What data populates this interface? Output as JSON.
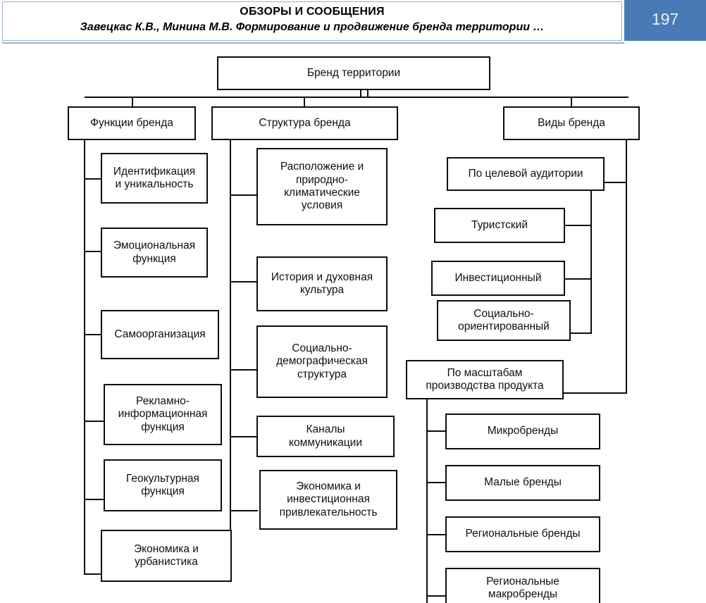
{
  "header": {
    "line1": "ОБЗОРЫ И СООБЩЕНИЯ",
    "line2": "Завецкас К.В., Минина М.В. Формирование и продвижение бренда территории …",
    "page_number": "197",
    "accent_color": "#4a7ab5",
    "border_color": "#9ab0cc"
  },
  "diagram": {
    "root": {
      "label": "Бренд территории"
    },
    "branches": [
      {
        "id": "functions",
        "label": "Функции бренда",
        "children": [
          {
            "label": "Идентификация\nи уникальность"
          },
          {
            "label": "Эмоциональная\nфункция"
          },
          {
            "label": "Самоорганизация"
          },
          {
            "label": "Рекламно-\nинформационная\nфункция"
          },
          {
            "label": "Геокультурная\nфункция"
          },
          {
            "label": "Экономика и\nурбанистика"
          }
        ]
      },
      {
        "id": "structure",
        "label": "Структура бренда",
        "children": [
          {
            "label": "Расположение и\nприродно-\nклиматические\nусловия"
          },
          {
            "label": "История и духовная\nкультура"
          },
          {
            "label": "Социально-\nдемографическая\nструктура"
          },
          {
            "label": "Каналы\nкоммуникации"
          },
          {
            "label": "Экономика и\nинвестиционная\nпривлекательность"
          }
        ]
      },
      {
        "id": "types",
        "label": "Виды бренда",
        "groups": [
          {
            "label": "По целевой аудитории",
            "children": [
              {
                "label": "Туристский"
              },
              {
                "label": "Инвестиционный"
              },
              {
                "label": "Социально-\nориентированный"
              }
            ]
          },
          {
            "label": "По масштабам\nпроизводства продукта",
            "children": [
              {
                "label": "Микробренды"
              },
              {
                "label": "Малые бренды"
              },
              {
                "label": "Региональные бренды"
              },
              {
                "label": "Региональные\nмакробренды"
              }
            ]
          }
        ]
      }
    ]
  }
}
